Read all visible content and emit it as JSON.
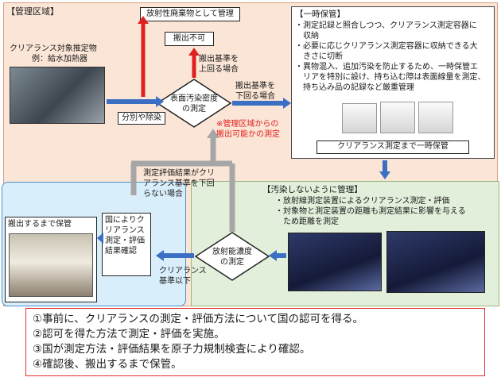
{
  "zones": {
    "controlled_title": "【管理区域】",
    "clean_title": "【汚染しないように管理】",
    "clean_items": [
      "・放射線測定装置によるクリアランス測定・評価",
      "・対象物と測定装置の距離も測定結果に影響を与える",
      "　ため距離を測定"
    ]
  },
  "target": {
    "line1": "クリアランス対象推定物",
    "line2": "例：給水加熱器"
  },
  "boxes": {
    "radioactive_waste": "放射性廃棄物として管理",
    "no_removal": "搬出不可",
    "surface_line1": "表面汚染密度",
    "surface_line2": "の測定",
    "separate_decontam": "分別や除染",
    "temp_storage_label": "クリアランス測定まで一時保管",
    "radioactivity_line1": "放射能濃度",
    "radioactivity_line2": "の測定",
    "national_confirm": [
      "国によりク",
      "リアランス",
      "測定・評価",
      "結果確認"
    ],
    "storage_until_removal": "搬出するまで保管"
  },
  "temp_storage": {
    "title": "【一時保管】",
    "items": [
      "・測定記録と照合しつつ、クリアランス測定容器に",
      "　収納",
      "・必要に応じクリアランス測定容器に収納できる大",
      "　きさに切断",
      "・異物混入、追加汚染を防止するため、一時保管エ",
      "　リアを特別に設け、持ち込む際は表面線量を測定、",
      "　持ち込み品の記録など厳重管理"
    ]
  },
  "labels": {
    "exceeds_above": [
      "搬出基準を",
      "上回る場合"
    ],
    "below_limit": [
      "搬出基準を",
      "下回る場合"
    ],
    "removal_check": [
      "※管理区域からの",
      "搬出可能かの測定"
    ],
    "eval_exceeds": [
      "測定評価結果がクリ",
      "アランス基準を下回",
      "らない場合"
    ],
    "clearance_below": [
      "クリアランス",
      "基準以下"
    ]
  },
  "steps": [
    "①事前に、クリアランスの測定・評価方法について国の認可を得る。",
    "②認可を得た方法で測定・評価を実施。",
    "③国が測定方法・評価結果を原子力規制検査により確認。",
    "④確認後、搬出するまで保管。"
  ],
  "colors": {
    "red_arrow": "#e02020",
    "blue_arrow": "#3a6fc4",
    "gray_arrow": "#a6a6a6",
    "note_red": "#e02020"
  }
}
